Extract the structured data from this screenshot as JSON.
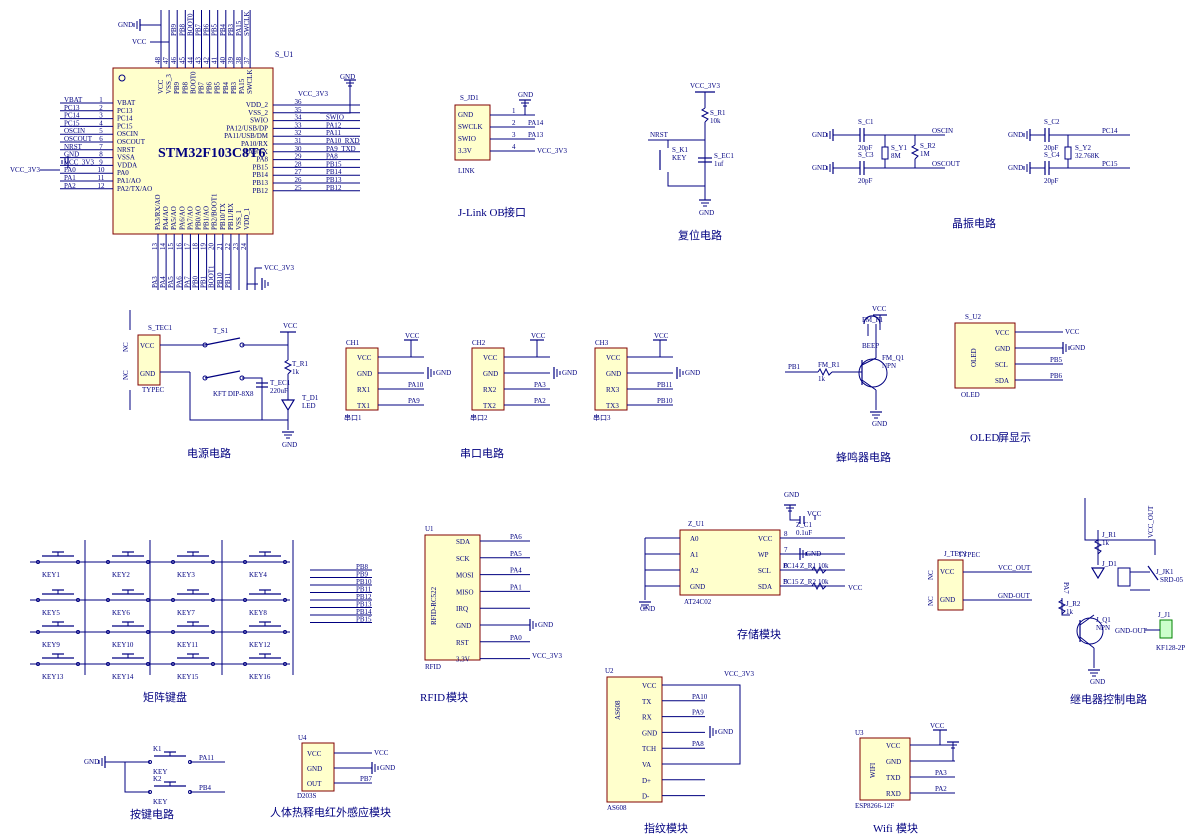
{
  "mcu": {
    "ref": "S_U1",
    "name": "STM32F103C8T6",
    "left_nets": [
      "VBAT",
      "PC13",
      "PC14",
      "PC15",
      "OSCIN",
      "OSCOUT",
      "NRST",
      "GND",
      "VCC_3V3",
      "PA0",
      "PA1",
      "PA2"
    ],
    "left_pins": [
      "VBAT",
      "PC13",
      "PC14",
      "PC15",
      "OSCIN",
      "OSCOUT",
      "NRST",
      "VSSA",
      "VDDA",
      "PA0",
      "PA1/AO",
      "PA2/TX/AO"
    ],
    "left_nums": [
      "1",
      "2",
      "3",
      "4",
      "5",
      "6",
      "7",
      "8",
      "9",
      "10",
      "11",
      "12"
    ],
    "right_pins": [
      "VDD_2",
      "VSS_2",
      "SWIO",
      "PA12/USB/DP",
      "PA11/USB/DM",
      "PA10/RX",
      "PA9/TX",
      "PA8",
      "PB15",
      "PB14",
      "PB13",
      "PB12"
    ],
    "right_nums": [
      "36",
      "35",
      "34",
      "33",
      "32",
      "31",
      "30",
      "29",
      "28",
      "27",
      "26",
      "25"
    ],
    "right_nets": [
      "VCC_3V3",
      "GND",
      "SWIO",
      "PA12",
      "PA11",
      "PA10_RXD",
      "PA9_TXD",
      "PA8",
      "PB15",
      "PB14",
      "PB13",
      "PB12"
    ],
    "top_pins": [
      "VCC",
      "VSS_3",
      "PB9",
      "PB8",
      "BOOT0",
      "PB7",
      "PB6",
      "PB5",
      "PB4",
      "PB3",
      "PA15",
      "SWCLK"
    ],
    "top_nums": [
      "48",
      "47",
      "46",
      "45",
      "44",
      "43",
      "42",
      "41",
      "40",
      "39",
      "38",
      "37"
    ],
    "top_nets": [
      "GND",
      "VCC",
      "PB9",
      "PB8",
      "BOOT0",
      "PB7",
      "PB6",
      "PB5",
      "PB4",
      "PB3",
      "PA15",
      "SWCLK"
    ],
    "bottom_pins": [
      "PA3/RX/AO",
      "PA4/AO",
      "PA5/AO",
      "PA6/AO",
      "PA7/AO",
      "PB0/AO",
      "PB1/AO",
      "PB2/BOOT1",
      "PB10/TX",
      "PB11/RX",
      "VSS_1",
      "VDD_1"
    ],
    "bottom_nums": [
      "13",
      "14",
      "15",
      "16",
      "17",
      "18",
      "19",
      "20",
      "21",
      "22",
      "23",
      "24"
    ],
    "bottom_nets": [
      "PA3",
      "PA4",
      "PA5",
      "PA6",
      "PA7",
      "PB0",
      "PB1",
      "BOOT1",
      "PB10",
      "PB11",
      "GND",
      "VCC_3V3"
    ]
  },
  "jlink": {
    "ref": "S_JD1",
    "pins": [
      "GND",
      "SWCLK",
      "SWIO",
      "3.3V"
    ],
    "nums": [
      "1",
      "2",
      "3",
      "4"
    ],
    "nets": [
      "GND",
      "PA14",
      "PA13",
      "VCC_3V3"
    ],
    "part": "LINK",
    "title": "J-Link OB",
    "title_suffix": "接口"
  },
  "reset": {
    "vcc": "VCC_3V3",
    "r_ref": "S_R1",
    "r_val": "10k",
    "nrst": "NRST",
    "k_ref": "S_K1",
    "k_val": "KEY",
    "c_ref": "S_EC1",
    "c_val": "1uf",
    "gnd": "GND",
    "title": "复位电路"
  },
  "crystal": {
    "c1": "S_C1",
    "c1v": "20pF",
    "c3": "S_C3",
    "c3v": "20pF",
    "y1": "S_Y1",
    "y1v": "8M",
    "r2": "S_R2",
    "r2v": "1M",
    "oscin": "OSCIN",
    "oscout": "OSCOUT",
    "c2": "S_C2",
    "c2v": "20pF",
    "c4": "S_C4",
    "c4v": "20pF",
    "y2": "S_Y2",
    "y2v": "32.768K",
    "pc14": "PC14",
    "pc15": "PC15",
    "gnd": "GND",
    "title": "晶振电路"
  },
  "power": {
    "tec_ref": "S_TEC1",
    "tec_part": "TYPEC",
    "tec_pins": [
      "VCC",
      "GND"
    ],
    "nc": "NC",
    "switch_ref": "T_S1",
    "switch_part": "KFT DIP-8X8",
    "vcc": "VCC",
    "r_ref": "T_R1",
    "r_val": "1k",
    "c_ref": "T_EC1",
    "c_val": "220uF",
    "d_ref": "T_D1",
    "d_val": "LED",
    "gnd": "GND",
    "title": "电源电路"
  },
  "serial": {
    "title": "串口电路",
    "ports": [
      {
        "ref": "CH1",
        "pins": [
          "VCC",
          "GND",
          "RX1",
          "TX1"
        ],
        "nets": [
          "VCC",
          "GND",
          "PA10",
          "PA9"
        ],
        "label": "串口1"
      },
      {
        "ref": "CH2",
        "pins": [
          "VCC",
          "GND",
          "RX2",
          "TX2"
        ],
        "nets": [
          "VCC",
          "GND",
          "PA3",
          "PA2"
        ],
        "label": "串口2"
      },
      {
        "ref": "CH3",
        "pins": [
          "VCC",
          "GND",
          "RX3",
          "TX3"
        ],
        "nets": [
          "VCC",
          "GND",
          "PB11",
          "PB10"
        ],
        "label": "串口3"
      }
    ]
  },
  "buzzer": {
    "vcc": "VCC",
    "fm_ref": "FM_F1",
    "fm_val": "BEEP",
    "r_ref": "FM_R1",
    "r_val": "1k",
    "net": "PB1",
    "q_ref": "FM_Q1",
    "q_val": "NPN",
    "gnd": "GND",
    "title": "蜂鸣器电路"
  },
  "oled": {
    "ref": "S_U2",
    "pins": [
      "VCC",
      "GND",
      "SCL",
      "SDA"
    ],
    "nets": [
      "VCC",
      "GND",
      "PB5",
      "PB6"
    ],
    "part": "OLED",
    "body": "OLED",
    "title_a": "OLED",
    "title_b": "屏显示"
  },
  "keypad": {
    "title": "矩阵键盘",
    "keys": [
      "KEY1",
      "KEY2",
      "KEY3",
      "KEY4",
      "KEY5",
      "KEY6",
      "KEY7",
      "KEY8",
      "KEY9",
      "KEY10",
      "KEY11",
      "KEY12",
      "KEY13",
      "KEY14",
      "KEY15",
      "KEY16"
    ],
    "nets": [
      "PB8",
      "PB9",
      "PB10",
      "PB11",
      "PB12",
      "PB13",
      "PB14",
      "PB15"
    ]
  },
  "rfid": {
    "ref": "U1",
    "pins": [
      "SDA",
      "SCK",
      "MOSI",
      "MISO",
      "IRQ",
      "GND",
      "RST",
      "3.3V"
    ],
    "nets": [
      "PA6",
      "PA5",
      "PA4",
      "PA1",
      "",
      "GND",
      "PA0",
      "VCC_3V3"
    ],
    "body": "RFID-RC522",
    "part": "RFID",
    "title_a": "RFID",
    "title_b": "模块"
  },
  "storage": {
    "ref": "Z_U1",
    "left_pins": [
      "A0",
      "A1",
      "A2",
      "GND"
    ],
    "right_pins": [
      "VCC",
      "WP",
      "SCL",
      "SDA"
    ],
    "right_nums": [
      "8",
      "7",
      "6",
      "5"
    ],
    "part": "AT24C02",
    "c_ref": "Z_C1",
    "c_val": "0.1uF",
    "r1": "Z_R1",
    "r1v": "10k",
    "r2": "Z_R2",
    "r2v": "10k",
    "nets": [
      "PC14",
      "PC15"
    ],
    "gnd": "GND",
    "vcc": "VCC",
    "title": "存储模块"
  },
  "relay": {
    "tec_ref": "J_TEC1",
    "tec_part": "TYPEC",
    "tec_pins": [
      "VCC",
      "GND"
    ],
    "tec_nets": [
      "VCC_OUT",
      "GND-OUT"
    ],
    "nc": "NC",
    "vcc_out": "VCC_OUT",
    "r1": "J_R1",
    "r1v": "1k",
    "d1": "J_D1",
    "jk": "J_JK1",
    "jk_part": "SRD-05",
    "r2": "J_R2",
    "r2v": "1k",
    "q": "J_Q1",
    "qv": "NPN",
    "net_pa7": "PA7",
    "j1": "J_J1",
    "j1_part": "KF128-2P",
    "gnd_out": "GND-OUT",
    "gnd": "GND",
    "title": "继电器控制电路"
  },
  "button": {
    "k1": "K1",
    "k1v": "KEY",
    "k1net": "PA11",
    "k2": "K2",
    "k2v": "KEY",
    "k2net": "PB4",
    "gnd": "GND",
    "title": "按键电路"
  },
  "pir": {
    "ref": "U4",
    "pins": [
      "VCC",
      "GND",
      "OUT"
    ],
    "nets": [
      "VCC",
      "GND",
      "PB7"
    ],
    "part": "D203S",
    "title": "人体热释电红外感应模块"
  },
  "finger": {
    "ref": "U2",
    "pins": [
      "VCC",
      "TX",
      "RX",
      "GND",
      "TCH",
      "VA",
      "D+",
      "D-"
    ],
    "nets": [
      "VCC_3V3",
      "PA10",
      "PA9",
      "GND",
      "PA8",
      "",
      "",
      ""
    ],
    "body": "AS608",
    "part": "AS608",
    "title": "指纹模块"
  },
  "wifi": {
    "ref": "U3",
    "pins": [
      "VCC",
      "GND",
      "TXD",
      "RXD"
    ],
    "nets": [
      "VCC",
      "GND",
      "PA3",
      "PA2"
    ],
    "body": "WIFI",
    "part": "ESP8266-12F",
    "title_a": "Wifi",
    "title_b": "模块"
  },
  "colors": {
    "wire": "#000080",
    "body_fill": "#ffffcc",
    "body_stroke": "#800000",
    "pin_text": "#cc0000"
  }
}
